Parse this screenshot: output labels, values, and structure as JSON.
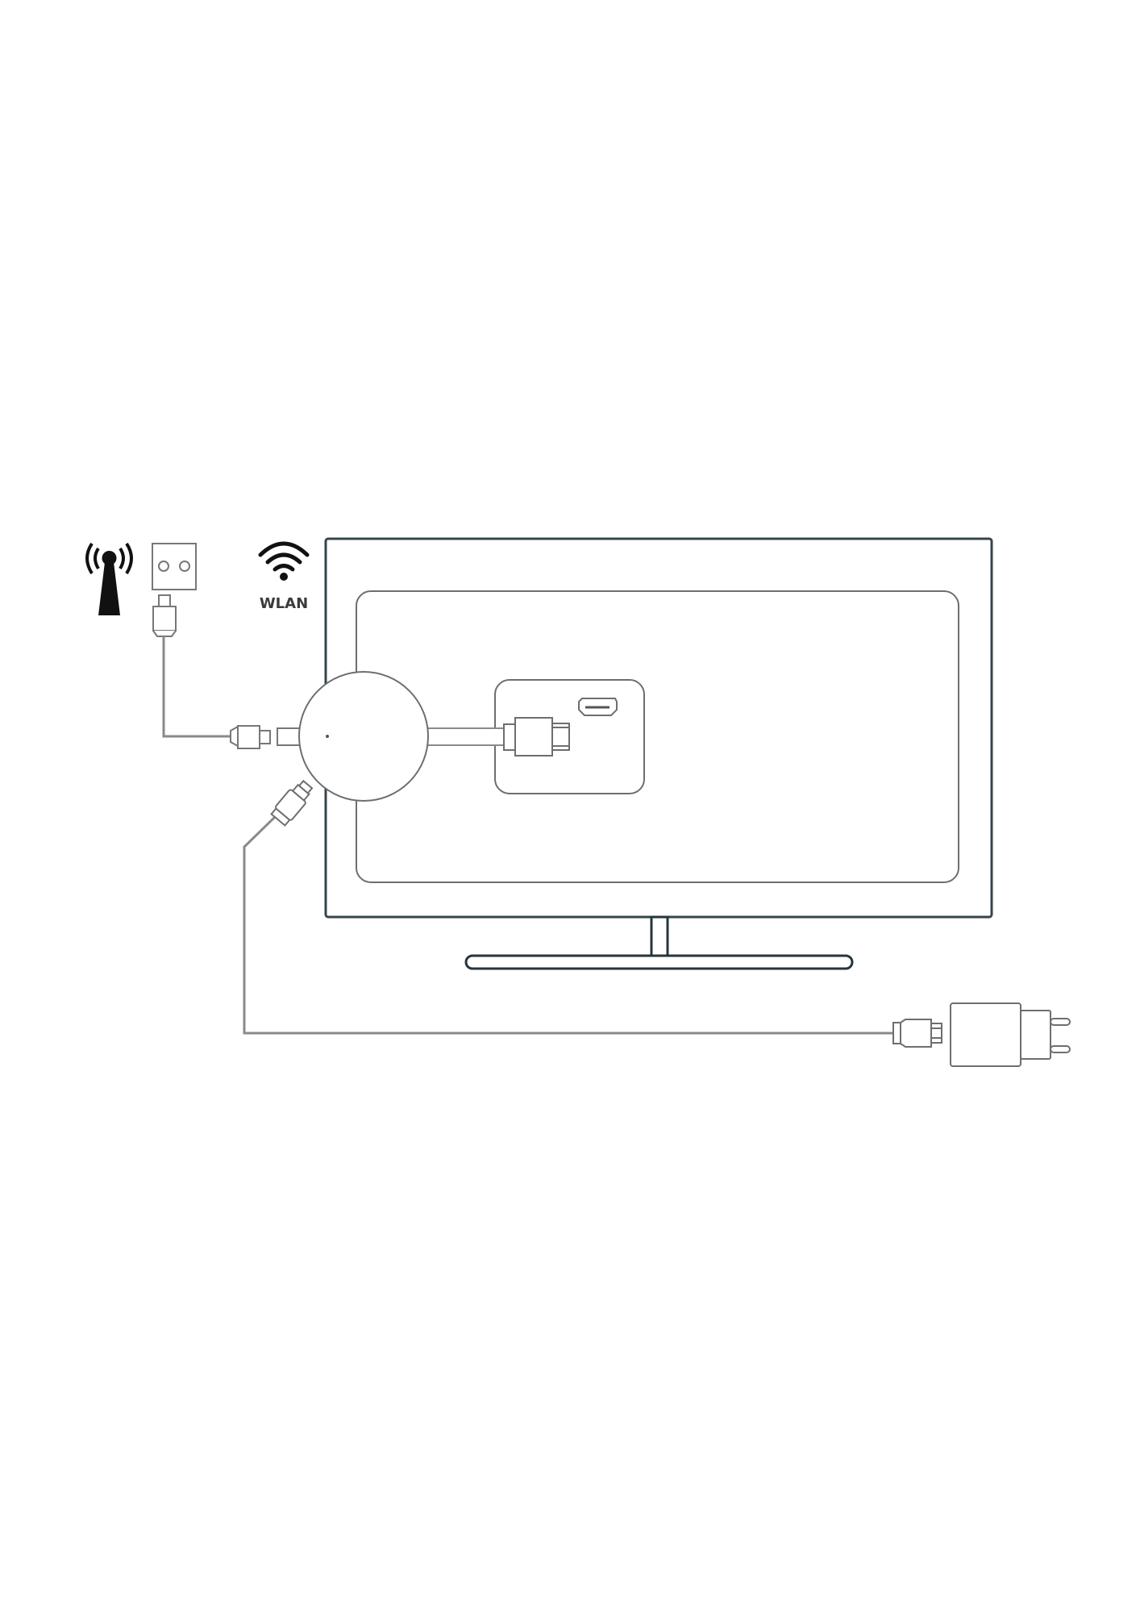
{
  "diagram": {
    "title": "",
    "labels": {
      "wifi": "WLAN"
    },
    "components": [
      {
        "id": "antenna",
        "label": "Broadcast antenna"
      },
      {
        "id": "wall-socket",
        "label": "Antenna wall socket"
      },
      {
        "id": "wifi",
        "label": "WLAN"
      },
      {
        "id": "tv",
        "label": "Television"
      },
      {
        "id": "streaming-device",
        "label": "Streaming stick (round)"
      },
      {
        "id": "hdmi-port",
        "label": "TV HDMI port"
      },
      {
        "id": "power-adapter",
        "label": "USB power adapter"
      }
    ],
    "connections": [
      {
        "from": "wall-socket",
        "to": "streaming-device",
        "type": "coaxial cable"
      },
      {
        "from": "streaming-device",
        "to": "hdmi-port",
        "type": "HDMI"
      },
      {
        "from": "streaming-device",
        "to": "power-adapter",
        "type": "USB power cable"
      }
    ],
    "colors": {
      "tv_frame": "#34444c",
      "line": "#6e6e6e",
      "cable": "#8a8a8a",
      "icon_fill": "#111111"
    }
  }
}
